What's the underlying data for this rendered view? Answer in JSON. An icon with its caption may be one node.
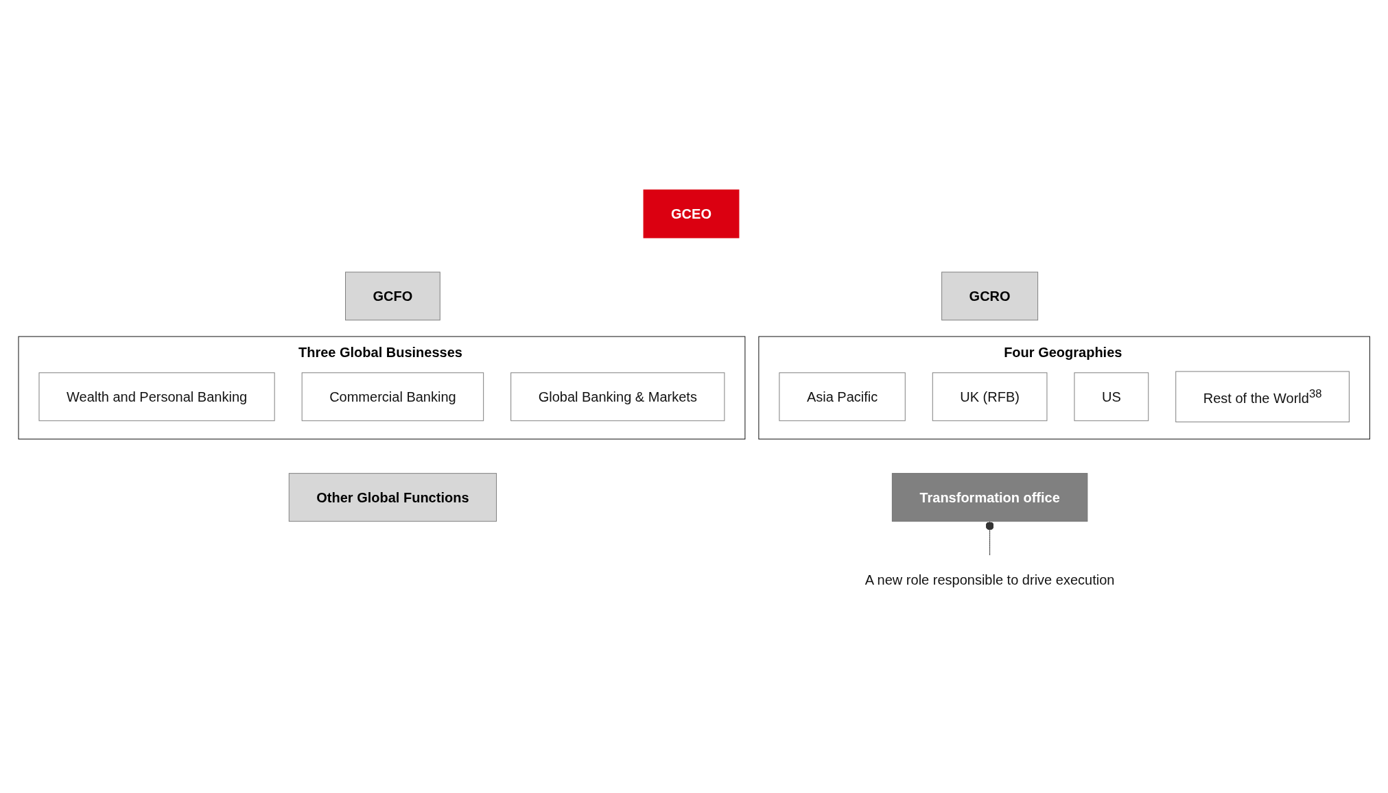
{
  "diagram": {
    "nodes": [
      {
        "text": [
          "GCEO"
        ]
      },
      {
        "text": [
          "GCFO"
        ]
      },
      {
        "text": [
          "GCRO"
        ]
      },
      {
        "text": [
          "Three Global Businesses"
        ]
      },
      {
        "text": [
          "Wealth and Personal Banking"
        ],
        "in": 3
      },
      {
        "text": [
          "Commercial Banking"
        ],
        "in": 3
      },
      {
        "text": [
          "Global Banking & Markets"
        ],
        "in": 3
      },
      {
        "text": [
          "Four Geographies"
        ]
      },
      {
        "text": [
          "Asia Pacific"
        ],
        "in": 7
      },
      {
        "text": [
          "UK (RFB)"
        ],
        "in": 7
      },
      {
        "text": [
          "US"
        ],
        "in": 7
      },
      {
        "text": [
          "Rest of the World$^{38}$"
        ],
        "in": 7
      },
      {
        "text": [
          "Other Global Functions"
        ]
      },
      {
        "text": [
          "Transformation office"
        ]
      },
      {
        "text": [
          "A new role responsible to drive execution"
        ]
      }
    ],
    "edges": [
      {
        "from": 13,
        "to": 14,
        "arrow": "other"
      }
    ]
  }
}
